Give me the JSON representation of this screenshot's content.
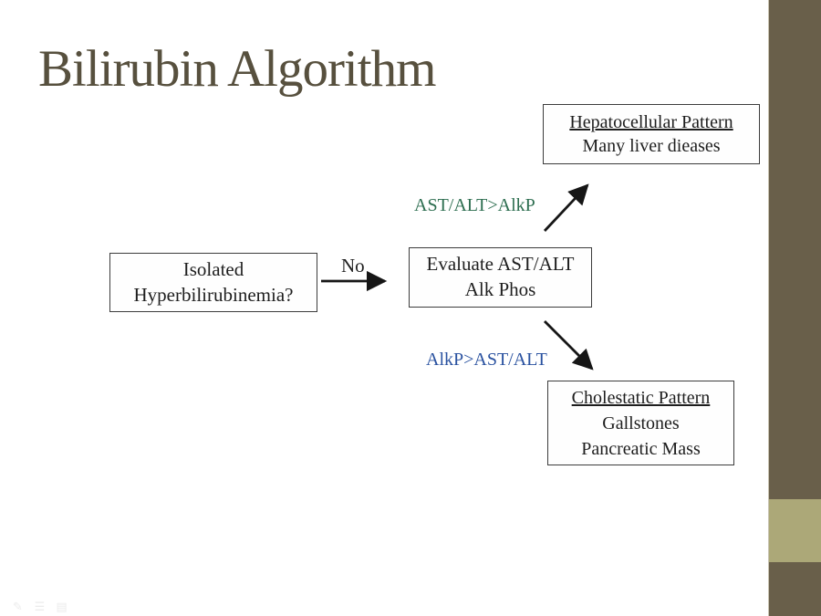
{
  "slide": {
    "title": "Bilirubin Algorithm",
    "flowchart": {
      "isolated_box": {
        "line1": "Isolated",
        "line2": "Hyperbilirubinemia?"
      },
      "no_label": "No",
      "evaluate_box": {
        "line1": "Evaluate AST/ALT",
        "line2": "Alk Phos"
      },
      "hepatocellular_label": "AST/ALT>AlkP",
      "hepatocellular_box": {
        "line1": "Hepatocellular Pattern",
        "line2": "Many liver dieases"
      },
      "cholestatic_label": "AlkP>AST/ALT",
      "cholestatic_box": {
        "line1": "Cholestatic Pattern",
        "line2": "Gallstones",
        "line3": "Pancreatic Mass"
      }
    },
    "colors": {
      "side_band": "#695f4a",
      "side_band_square": "#aca878",
      "title_text": "#57503e",
      "hepatocellular_label_text": "#2d6e50",
      "cholestatic_label_text": "#2a52a0",
      "isolated_underline_ink": "#2b2d6b",
      "box_border": "#3c3c3c",
      "box_text": "#1e1e1e"
    },
    "ghost_toolbar": {
      "icons": [
        {
          "name": "pen-icon",
          "glyph": "✎"
        },
        {
          "name": "lines-icon",
          "glyph": "☰"
        },
        {
          "name": "slides-grid-icon",
          "glyph": "▤"
        }
      ]
    }
  }
}
